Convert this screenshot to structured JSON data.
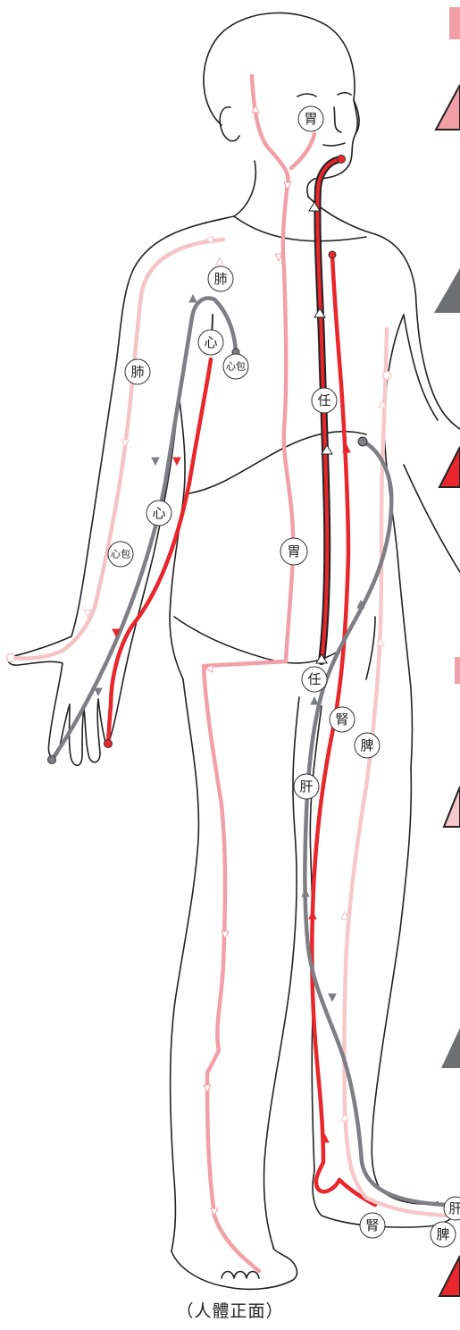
{
  "caption": "（人體正面）",
  "colors": {
    "stomach": "#f2a0a8",
    "lung": "#f5c4c8",
    "heart": "#e8262c",
    "pericardium": "#7d7f84",
    "ren": "#e8262c",
    "kidney": "#e8262c",
    "spleen": "#f6c8cc",
    "liver": "#7d7f84",
    "outline": "#222222",
    "side_red": "#e8262c",
    "side_gray": "#6e6f73",
    "side_pink": "#f2a0a8"
  },
  "labels": {
    "stomach_head": "胃",
    "lung_upper": "肺",
    "lung_arm": "肺",
    "heart_upper": "心",
    "pericardium_upper": "心包",
    "ren_chest": "任",
    "heart_arm": "心",
    "pericardium_arm": "心包",
    "stomach_abdomen": "胃",
    "ren_lower": "任",
    "kidney_upper": "腎",
    "spleen_upper": "脾",
    "liver_upper": "肝",
    "kidney_foot": "腎",
    "spleen_foot": "脾",
    "liver_foot": "肝"
  },
  "icons": {
    "hollow_triangle": "triangle-outline-icon",
    "filled_triangle": "triangle-filled-icon",
    "start_point": "x-circle-icon",
    "end_point": "filled-dot-icon"
  }
}
